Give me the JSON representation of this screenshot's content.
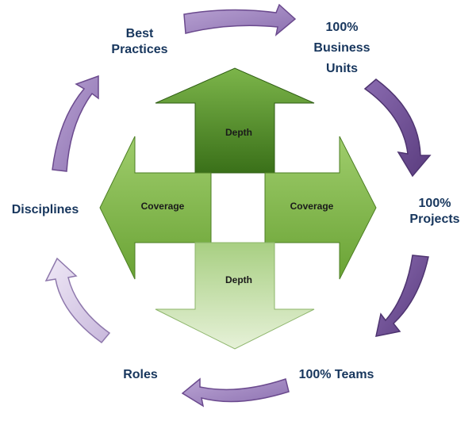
{
  "cycle_nodes": {
    "best_practices": [
      "Best",
      "Practices"
    ],
    "business_units": [
      "100%",
      "Business",
      "Units"
    ],
    "projects": [
      "100%",
      "Projects"
    ],
    "teams": "100% Teams",
    "roles": "Roles",
    "disciplines": "Disciplines"
  },
  "center_arrows": {
    "depth_up": "Depth",
    "coverage_left": "Coverage",
    "coverage_right": "Coverage",
    "depth_down": "Depth"
  },
  "colors": {
    "node_text": "#17365d",
    "cycle_arrow_dark": "#6b4a8e",
    "cycle_arrow_light": "#d8cce6",
    "green_dark": "#3f7a1f",
    "green_mid": "#76b043",
    "green_light": "#cfe3b6"
  }
}
